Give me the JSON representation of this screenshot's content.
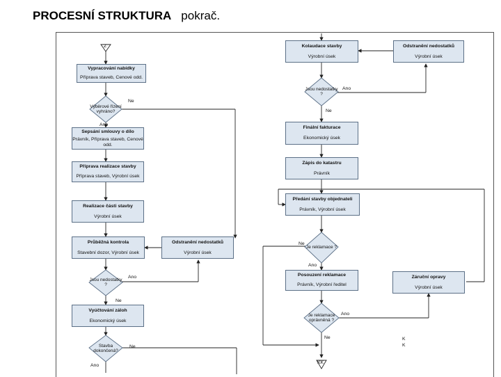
{
  "title": {
    "main": "PROCESNÍ STRUKTURA",
    "cont": "pokrač."
  },
  "boxes": {
    "vypracovani": {
      "head": "Vypracování nabídky",
      "sub": "Příprava staveb, Cenové odd."
    },
    "sepsani": {
      "head": "Sepsání smlouvy o dílo",
      "sub": "Právník, Příprava staveb, Cenové odd."
    },
    "priprava": {
      "head": "Příprava realizace stavby",
      "sub": "Příprava staveb, Výrobní úsek"
    },
    "realizace": {
      "head": "Realizace části stavby",
      "sub": "Výrobní úsek"
    },
    "prubezna": {
      "head": "Průběžná kontrola",
      "sub": "Stavební dozor, Výrobní úsek"
    },
    "odstraneni_left": {
      "head": "Odstranění nedostatků",
      "sub": "Výrobní úsek"
    },
    "vyuctovani": {
      "head": "Vyúčtování záloh",
      "sub": "Ekonomický úsek"
    },
    "kolaudace": {
      "head": "Kolaudace stavby",
      "sub": "Výrobní úsek"
    },
    "odstraneni_right": {
      "head": "Odstranění nedostatků",
      "sub": "Výrobní úsek"
    },
    "finalni": {
      "head": "Finální fakturace",
      "sub": "Ekonomický úsek"
    },
    "zapis": {
      "head": "Zápis do katastru",
      "sub": "Právník"
    },
    "predani": {
      "head": "Předání stavby objednateli",
      "sub": "Právník, Výrobní úsek"
    },
    "posouzeni": {
      "head": "Posouzení reklamace",
      "sub": "Právník, Výrobní ředitel"
    },
    "zarucni": {
      "head": "Záruční opravy",
      "sub": "Výrobní úsek"
    }
  },
  "decisions": {
    "vyberove": "Výběrové řízení vyhráno?",
    "nedostatky_left": "Jsou nedostatky ?",
    "dokoncena": "Stavba dokončená?",
    "nedostatky_right": "Jsou nedostatky ?",
    "reklamace": "Je reklamace ?",
    "opravnena": "Je reklamace oprávněná ?"
  },
  "connectors": {
    "top_left": "Z",
    "bottom_right": "KK"
  },
  "labels": {
    "ne": "Ne",
    "ano": "Ano",
    "side_k1": "K",
    "side_k2": "K"
  }
}
